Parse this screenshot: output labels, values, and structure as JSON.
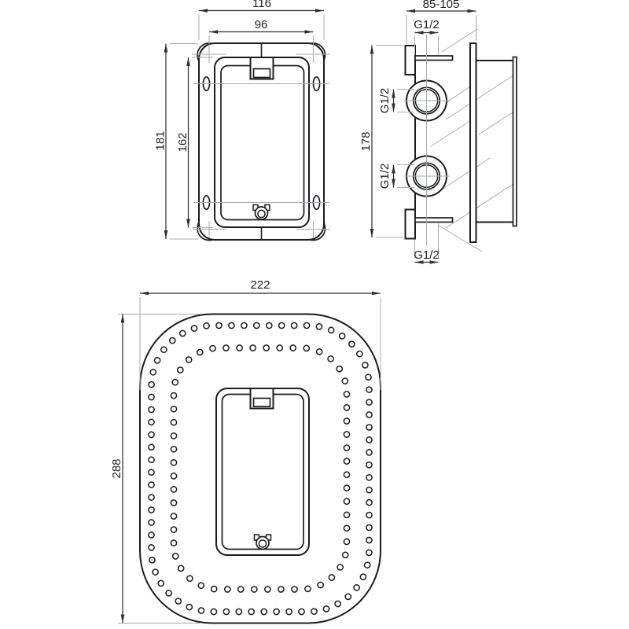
{
  "front_view": {
    "outer_width_mm": "116",
    "inner_width_mm": "96",
    "outer_height_mm": "181",
    "inner_height_mm": "162"
  },
  "side_view": {
    "depth_range_mm": "85-105",
    "height_mm": "178",
    "top_connection_thread": "G1/2",
    "upper_port_thread": "G1/2",
    "lower_port_thread": "G1/2",
    "bottom_connection_thread": "G1/2"
  },
  "bottom_view": {
    "width_mm": "222",
    "height_mm": "288",
    "outer_hole_ring": {
      "count": 72
    },
    "inner_hole_ring": {
      "count": 56
    }
  },
  "colors": {
    "outline": "#1c1c1c",
    "dimension": "#2e2e2e",
    "extension": "#a6abb1",
    "background": "#ffffff"
  }
}
